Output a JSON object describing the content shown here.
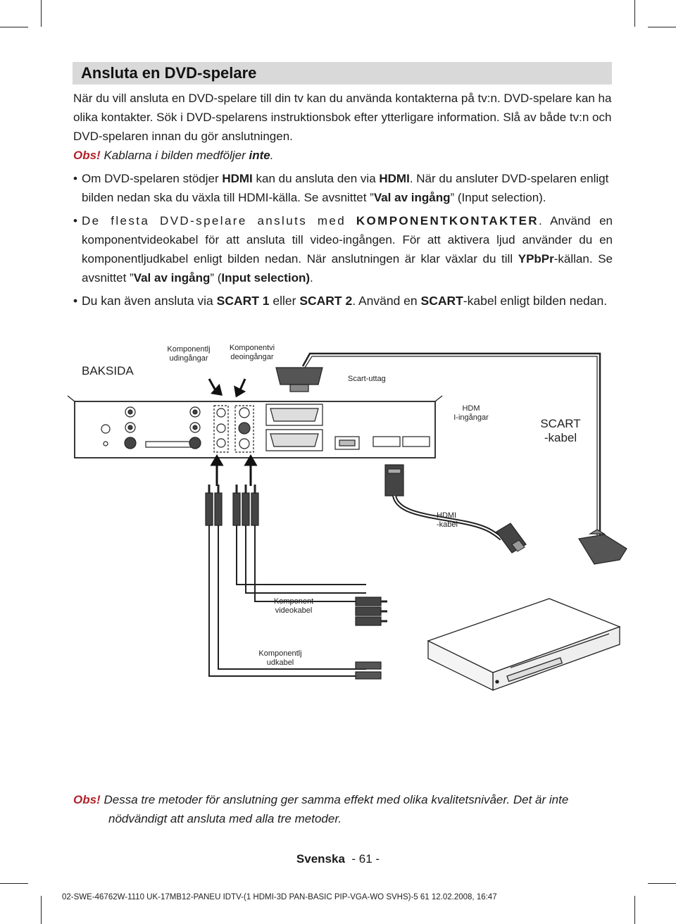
{
  "title": "Ansluta en DVD-spelare",
  "intro": "När du vill ansluta en DVD-spelare till din tv kan du använda kontakterna på tv:n. DVD-spelare kan ha olika kontakter. Sök i DVD-spelarens instruktionsbok efter ytterligare information. Slå av både tv:n och DVD-spelaren innan du gör anslutningen.",
  "note_top": {
    "obs": "Obs!",
    "text_before": " Kablarna i bilden medföljer ",
    "text_bold": "inte",
    "text_after": "."
  },
  "bullet_hdmi": {
    "t1": "Om DVD-spelaren stödjer ",
    "b1": "HDMI",
    "t2": " kan du ansluta den via ",
    "b2": "HDMI",
    "t3": ". När du ansluter DVD-spelaren enligt bilden nedan ska du växla till HDMI-källa. Se avsnittet ”",
    "b3": "Val av ingång",
    "t4": "” (Input selection)."
  },
  "bullet_component": {
    "t1": "De flesta DVD-spelare ansluts med ",
    "b1": "KOMPONENTKONTAKTER",
    "t2": ". Använd en komponentvideokabel för att ansluta till video-ingången. För att aktivera ljud använder du en komponentljudkabel enligt bilden nedan. När anslutningen är klar växlar du till ",
    "b2": "YPbPr",
    "t3": "-källan. Se avsnittet ”",
    "b3": "Val av ingång",
    "t4": "” (",
    "b4": "Input selection)",
    "t5": "."
  },
  "bullet_scart": {
    "t1": "Du kan även ansluta via ",
    "b1": "SCART 1",
    "t2": " eller ",
    "b2": "SCART 2",
    "t3": ". Använd en ",
    "b3": "SCART",
    "t4": "-kabel enligt bilden nedan."
  },
  "diagram_labels": {
    "baksida": "BAKSIDA",
    "komp_audio_out_1": "Komponentlj",
    "komp_audio_out_2": "udingångar",
    "komp_video_in_1": "Komponentvi",
    "komp_video_in_2": "deoingångar",
    "scart_uttag": "Scart-uttag",
    "hdmi_in_1": "HDM",
    "hdmi_in_2": "I-ingångar",
    "scart_kabel_1": "SCART",
    "scart_kabel_2": "-kabel",
    "hdmi_kabel_1": "HDMI",
    "hdmi_kabel_2": "-kabel",
    "komp_video_kabel_1": "Komponent",
    "komp_video_kabel_2": "videokabel",
    "komp_audio_kabel_1": "Komponentlj",
    "komp_audio_kabel_2": "udkabel"
  },
  "footnote": {
    "obs": "Obs!",
    "line1": " Dessa tre metoder för anslutning ger samma effekt med olika kvalitetsnivåer. Det är inte",
    "line2": "nödvändigt att ansluta med alla tre metoder."
  },
  "page": {
    "language": "Svenska",
    "number": "- 61 -"
  },
  "slug": "02-SWE-46762W-1110 UK-17MB12-PANEU IDTV-(1 HDMI-3D PAN-BASIC PIP-VGA-WO SVHS)-5 61 12.02.2008, 16:47"
}
